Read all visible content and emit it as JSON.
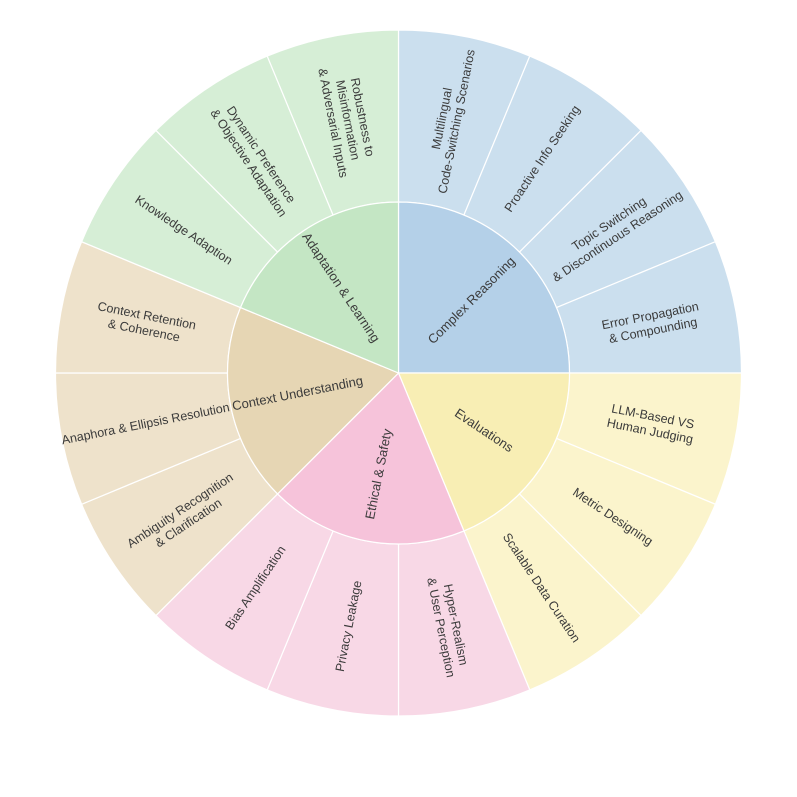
{
  "chart_data": {
    "type": "sunburst",
    "categories": [
      {
        "name": "Complex Reasoning",
        "color_inner": "#b4d0e8",
        "color_outer": "#cbdfee",
        "children": [
          {
            "lines": [
              "Multilingual",
              "Code-Switching Scenarios"
            ]
          },
          {
            "lines": [
              "Proactive Info Seeking"
            ]
          },
          {
            "lines": [
              "Topic Switching",
              "& Discontinuous Reasoning"
            ]
          },
          {
            "lines": [
              "Error Propagation",
              "& Compounding"
            ]
          }
        ]
      },
      {
        "name": "Evaluations",
        "color_inner": "#f8eeb4",
        "color_outer": "#fbf4cc",
        "children": [
          {
            "lines": [
              "LLM-Based VS",
              "Human Judging"
            ]
          },
          {
            "lines": [
              "Metric Designing"
            ]
          },
          {
            "lines": [
              "Scalable Data Curation"
            ]
          }
        ]
      },
      {
        "name": "Ethical & Safety",
        "color_inner": "#f6c3da",
        "color_outer": "#f8d8e6",
        "children": [
          {
            "lines": [
              "Hyper-Realism",
              "& User Perception"
            ]
          },
          {
            "lines": [
              "Privacy Leakage"
            ]
          },
          {
            "lines": [
              "Bias Amplification"
            ]
          }
        ]
      },
      {
        "name": "Context Understanding",
        "color_inner": "#e6d6b4",
        "color_outer": "#eee2cb",
        "children": [
          {
            "lines": [
              "Ambiguity Recognition",
              "& Clarification"
            ]
          },
          {
            "lines": [
              "Anaphora & Ellipsis Resolution"
            ]
          },
          {
            "lines": [
              "Context Retention",
              "& Coherence"
            ]
          }
        ]
      },
      {
        "name": "Adaptation & Learning",
        "color_inner": "#c4e6c4",
        "color_outer": "#d6eed6",
        "children": [
          {
            "lines": [
              "Knowledge Adaption"
            ]
          },
          {
            "lines": [
              "Dynamic Preference",
              "& Objective Adaptation"
            ]
          },
          {
            "lines": [
              "Robustness to",
              "Misinformation",
              "& Adversarial Inputs"
            ]
          }
        ]
      }
    ]
  }
}
